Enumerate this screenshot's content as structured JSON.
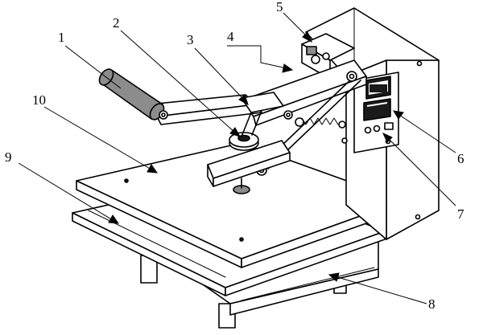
{
  "diagram": {
    "callouts": [
      {
        "id": "1",
        "label": "1"
      },
      {
        "id": "2",
        "label": "2"
      },
      {
        "id": "3",
        "label": "3"
      },
      {
        "id": "4",
        "label": "4"
      },
      {
        "id": "5",
        "label": "5"
      },
      {
        "id": "6",
        "label": "6"
      },
      {
        "id": "7",
        "label": "7"
      },
      {
        "id": "8",
        "label": "8"
      },
      {
        "id": "9",
        "label": "9"
      },
      {
        "id": "10",
        "label": "10"
      }
    ],
    "colors": {
      "ink": "#000000",
      "paper": "#ffffff",
      "handle": "#8c8c8c",
      "display": "#1a1a1a"
    }
  }
}
